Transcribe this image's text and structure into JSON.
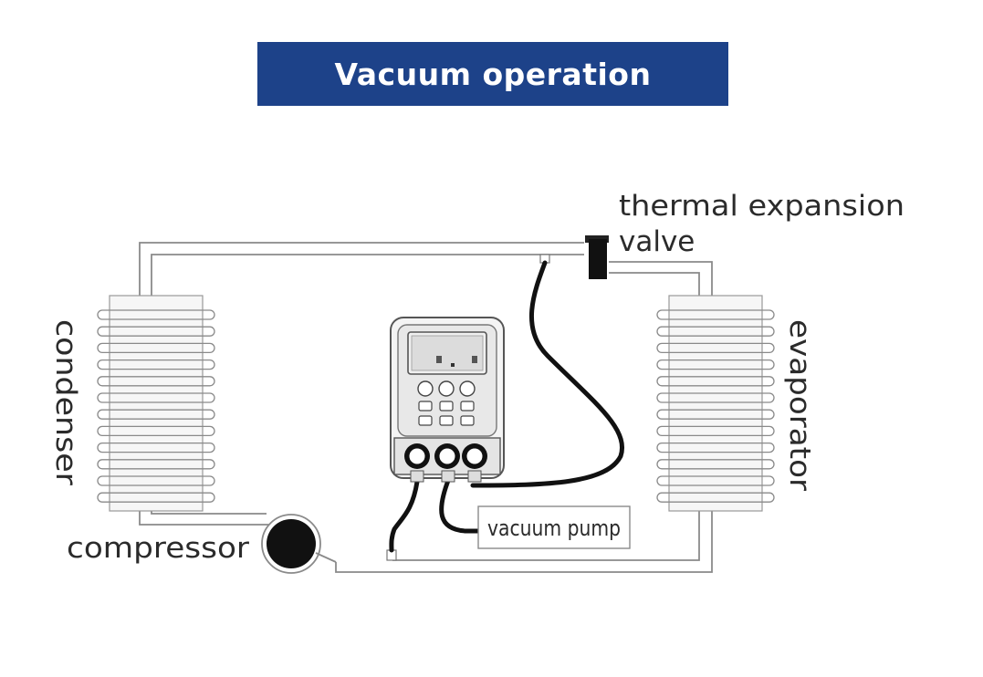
{
  "title": "Vacuum operation",
  "labels": {
    "expansion_valve_line1": "thermal expansion",
    "expansion_valve_line2": "valve",
    "condenser": "condenser",
    "evaporator": "evaporator",
    "compressor": "compressor",
    "vacuum_pump": "vacuum pump"
  },
  "colors": {
    "banner": "#1d4289",
    "banner_text": "#ffffff",
    "line": "#8a8a8a",
    "hose": "#111111"
  }
}
